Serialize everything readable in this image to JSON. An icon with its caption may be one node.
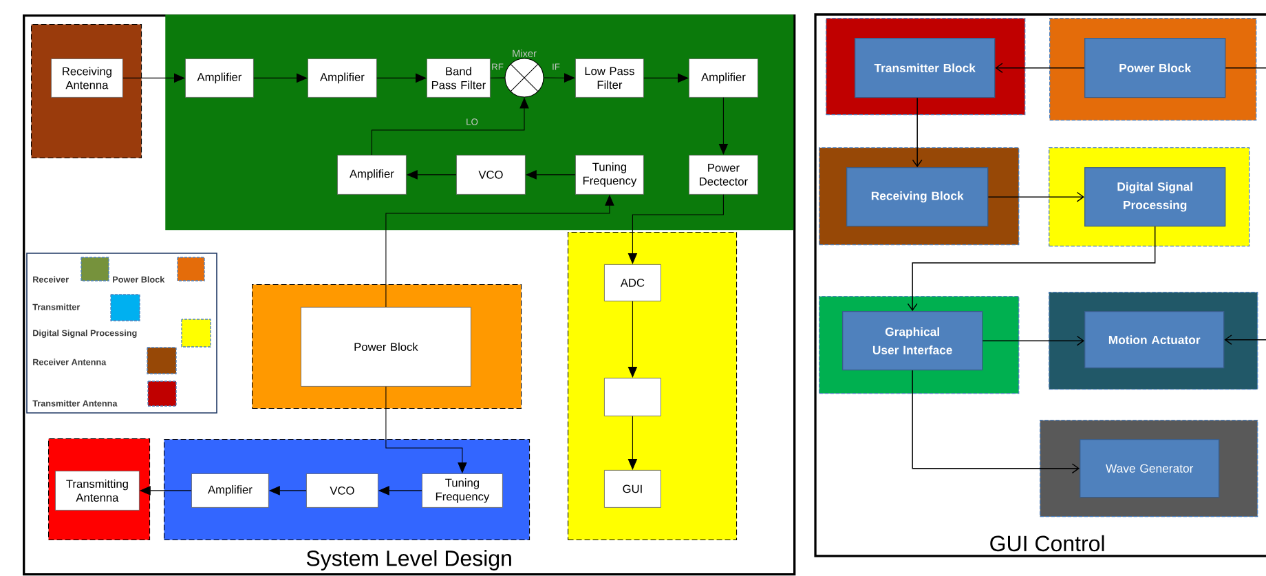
{
  "diagram": {
    "nodes": [
      {
        "text": [
          "System Level Design"
        ]
      },
      {
        "text": [],
        "shape": "box",
        "in": 0
      },
      {
        "text": [
          "Receiving Antenna"
        ],
        "in": 1
      },
      {
        "text": [],
        "shape": "box",
        "in": 0
      },
      {
        "text": [
          "Amplifier"
        ],
        "in": 3
      },
      {
        "text": [
          "Amplifier"
        ],
        "in": 3
      },
      {
        "text": [
          "Band Pass Filter"
        ],
        "in": 3
      },
      {
        "text": [],
        "shape": "circle",
        "beside": [
          "Mixer"
        ],
        "in": 3
      },
      {
        "text": [
          "Low Pass Filter"
        ],
        "in": 3
      },
      {
        "text": [
          "Amplifier"
        ],
        "in": 3
      },
      {
        "text": [
          "Amplifier"
        ],
        "in": 3
      },
      {
        "text": [
          "VCO"
        ],
        "in": 3
      },
      {
        "text": [
          "Tuning Frequency"
        ],
        "in": 3
      },
      {
        "text": [
          "Power Dectector"
        ],
        "in": 3
      },
      {
        "text": [],
        "shape": "box",
        "in": 0
      },
      {
        "text": [
          "Power Block"
        ],
        "in": 14
      },
      {
        "text": [],
        "shape": "box",
        "in": 0
      },
      {
        "text": [
          "ADC"
        ],
        "in": 16
      },
      {
        "text": [],
        "shape": "box",
        "in": 16
      },
      {
        "text": [
          "GUI"
        ],
        "in": 16
      },
      {
        "text": [],
        "shape": "box",
        "in": 0
      },
      {
        "text": [
          "Transmitting Antenna"
        ],
        "in": 20
      },
      {
        "text": [],
        "shape": "box",
        "in": 0
      },
      {
        "text": [
          "Amplifier"
        ],
        "in": 22
      },
      {
        "text": [
          "VCO"
        ],
        "in": 22
      },
      {
        "text": [
          "Tuning Frequency"
        ],
        "in": 22
      },
      {
        "text": [
          "GUI Control"
        ]
      },
      {
        "text": [],
        "shape": "box",
        "in": 26
      },
      {
        "text": [
          "Transmitter Block"
        ],
        "in": 27
      },
      {
        "text": [],
        "shape": "box",
        "in": 26
      },
      {
        "text": [
          "Power Block"
        ],
        "in": 29
      },
      {
        "text": [],
        "shape": "box",
        "in": 26
      },
      {
        "text": [
          "Receiving Block"
        ],
        "in": 31
      },
      {
        "text": [],
        "shape": "box",
        "in": 26
      },
      {
        "text": [
          "Digital Signal Processing"
        ],
        "in": 33
      },
      {
        "text": [],
        "shape": "box",
        "in": 26
      },
      {
        "text": [
          "Graphical User Interface"
        ],
        "in": 35
      },
      {
        "text": [],
        "shape": "box",
        "in": 26
      },
      {
        "text": [
          "Motion Actuator"
        ],
        "in": 37
      },
      {
        "text": [],
        "shape": "box",
        "in": 26
      },
      {
        "text": [
          "Wave Generator"
        ],
        "in": 39
      }
    ],
    "edges": [
      {
        "from": 2,
        "to": 4,
        "arrow": "to"
      },
      {
        "from": 4,
        "to": 5,
        "arrow": "to"
      },
      {
        "from": 5,
        "to": 6,
        "arrow": "to"
      },
      {
        "from": 6,
        "to": 7,
        "arrow": "none",
        "label": "RF"
      },
      {
        "from": 7,
        "to": 8,
        "arrow": "to",
        "label": "IF"
      },
      {
        "from": 8,
        "to": 9,
        "arrow": "to"
      },
      {
        "from": 9,
        "to": 13,
        "arrow": "to"
      },
      {
        "from": 12,
        "to": 11,
        "arrow": "to"
      },
      {
        "from": 11,
        "to": 10,
        "arrow": "to"
      },
      {
        "from": 10,
        "to": 7,
        "arrow": "to",
        "label": "LO"
      },
      {
        "from": 15,
        "to": 12,
        "arrow": "to"
      },
      {
        "from": 13,
        "to": 17,
        "arrow": "to"
      },
      {
        "from": 17,
        "to": 18,
        "arrow": "to"
      },
      {
        "from": 18,
        "to": 19,
        "arrow": "to"
      },
      {
        "from": 15,
        "to": 25,
        "arrow": "to"
      },
      {
        "from": 25,
        "to": 24,
        "arrow": "to"
      },
      {
        "from": 24,
        "to": 23,
        "arrow": "to"
      },
      {
        "from": 23,
        "to": 21,
        "arrow": "to"
      },
      {
        "from": 30,
        "to": 28,
        "arrow": "to"
      },
      {
        "from": 28,
        "to": 32,
        "arrow": "to"
      },
      {
        "from": 32,
        "to": 34,
        "arrow": "to"
      },
      {
        "from": 34,
        "to": 36,
        "arrow": "to"
      },
      {
        "from": 36,
        "to": 38,
        "arrow": "to"
      },
      {
        "from": 36,
        "to": 40,
        "arrow": "to"
      },
      {
        "from": 30,
        "to": null,
        "arrow": "none"
      },
      {
        "from": null,
        "to": 38,
        "arrow": "to"
      }
    ],
    "legend": [
      {
        "text": "Receiver",
        "color": "#76923c"
      },
      {
        "text": "Power Block",
        "color": "#e46c0a"
      },
      {
        "text": "Transmitter",
        "color": "#00b0f0"
      },
      {
        "text": "Digital Signal Processing",
        "color": "#ffff00"
      },
      {
        "text": "Receiver Antenna",
        "color": "#974806"
      },
      {
        "text": "Transmitter Antenna",
        "color": "#c00000"
      }
    ]
  }
}
